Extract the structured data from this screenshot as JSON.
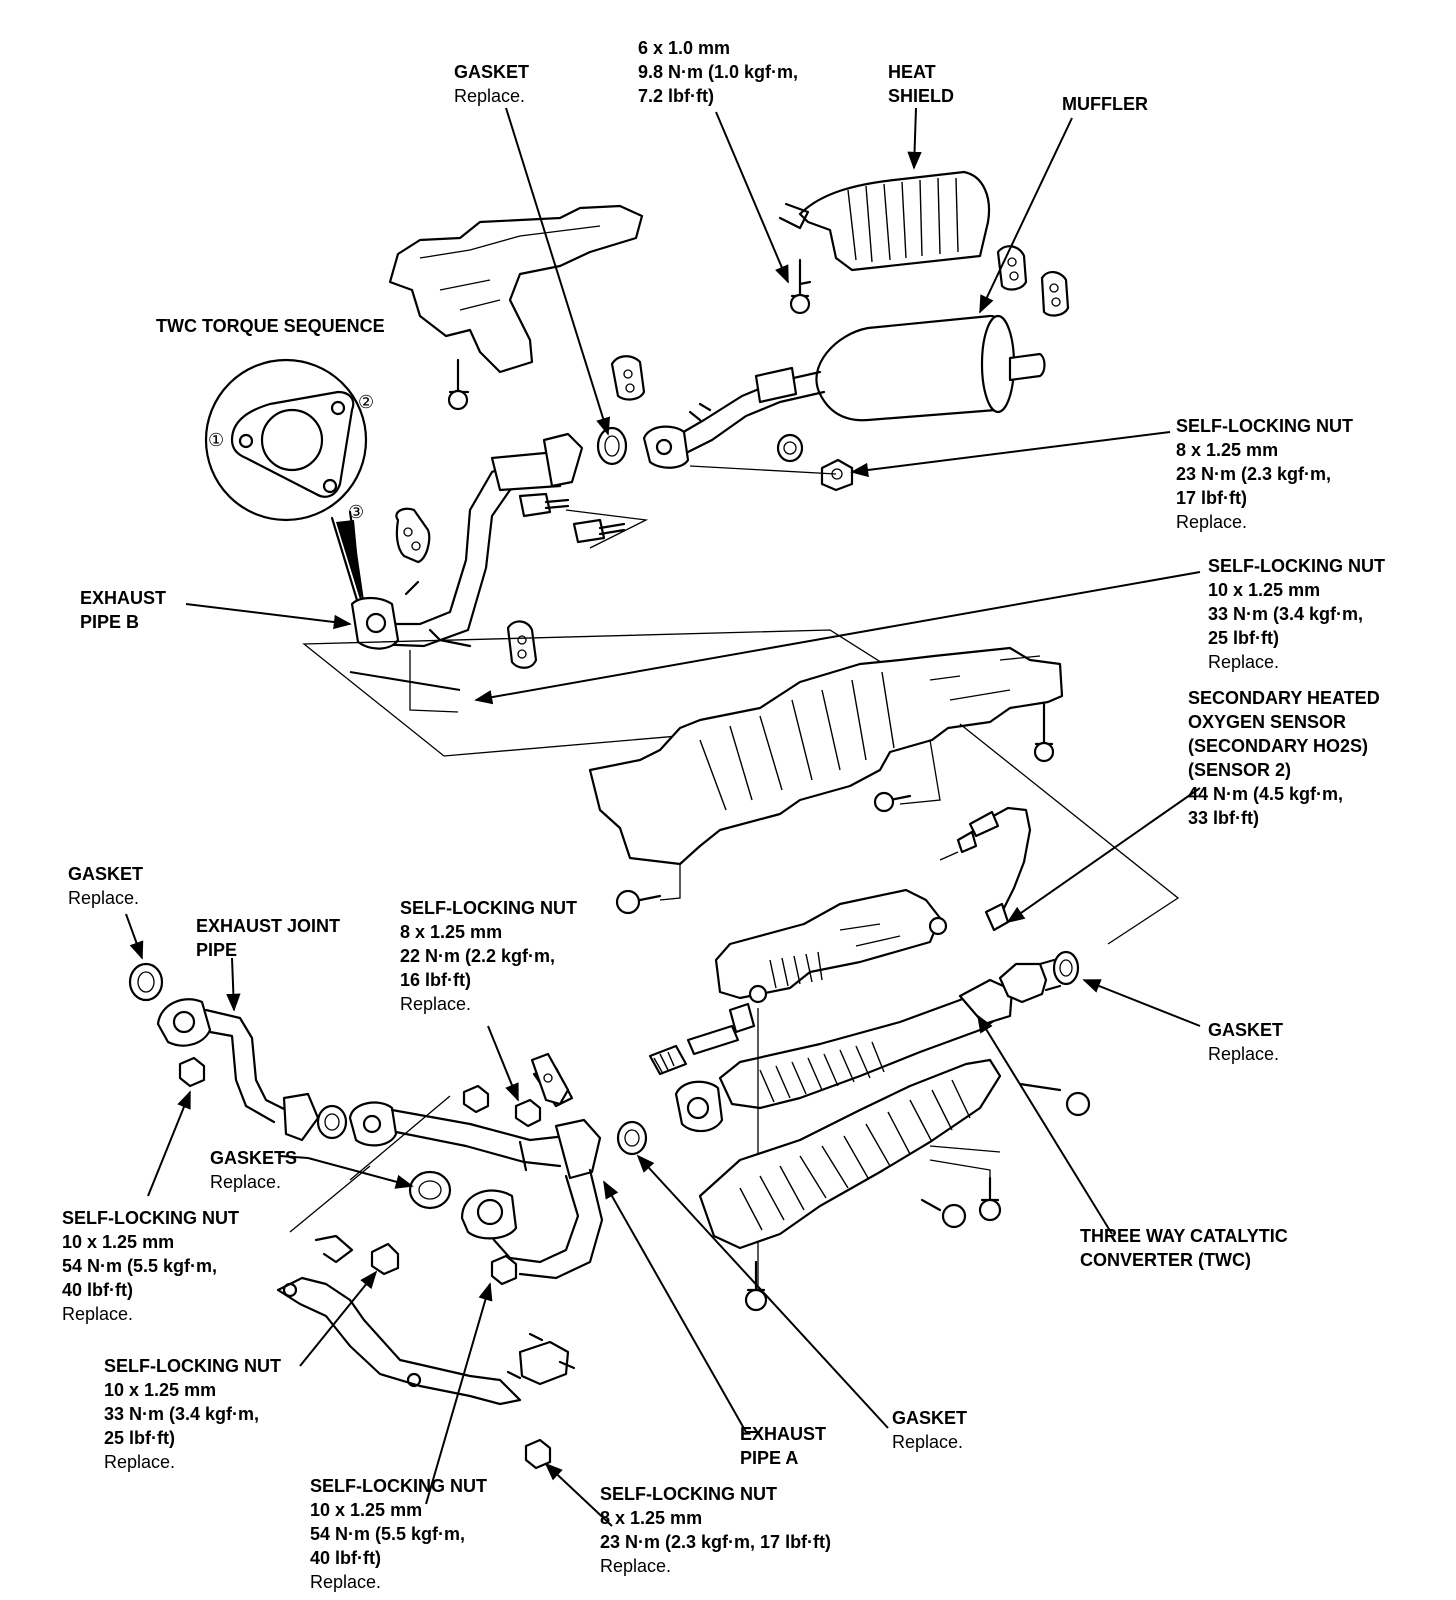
{
  "labels": {
    "twc_torque_sequence": "TWC TORQUE SEQUENCE",
    "seq_1": "①",
    "seq_2": "②",
    "seq_3": "③",
    "gasket_top": {
      "title": "GASKET",
      "note": "Replace."
    },
    "bolt_6mm": {
      "l1": "6 x 1.0 mm",
      "l2": "9.8 N·m (1.0 kgf·m,",
      "l3": "7.2 lbf·ft)"
    },
    "heat_shield": {
      "l1": "HEAT",
      "l2": "SHIELD"
    },
    "muffler": "MUFFLER",
    "nut_8_23_upper": {
      "title": "SELF-LOCKING NUT",
      "l1": "8 x 1.25 mm",
      "l2": "23 N·m (2.3 kgf·m,",
      "l3": "17 lbf·ft)",
      "note": "Replace."
    },
    "nut_10_33_right": {
      "title": "SELF-LOCKING NUT",
      "l1": "10 x 1.25 mm",
      "l2": "33 N·m (3.4 kgf·m,",
      "l3": "25 lbf·ft)",
      "note": "Replace."
    },
    "exhaust_pipe_b": {
      "l1": "EXHAUST",
      "l2": "PIPE B"
    },
    "ho2s": {
      "l1": "SECONDARY HEATED",
      "l2": "OXYGEN SENSOR",
      "l3": "(SECONDARY HO2S)",
      "l4": "(SENSOR 2)",
      "l5": "44 N·m (4.5 kgf·m,",
      "l6": "33 lbf·ft)"
    },
    "gasket_left": {
      "title": "GASKET",
      "note": "Replace."
    },
    "exhaust_joint_pipe": {
      "l1": "EXHAUST JOINT",
      "l2": "PIPE"
    },
    "nut_8_22": {
      "title": "SELF-LOCKING NUT",
      "l1": "8 x 1.25 mm",
      "l2": "22 N·m (2.2 kgf·m,",
      "l3": "16 lbf·ft)",
      "note": "Replace."
    },
    "gasket_right": {
      "title": "GASKET",
      "note": "Replace."
    },
    "gaskets_mid": {
      "title": "GASKETS",
      "note": "Replace."
    },
    "nut_10_54_left": {
      "title": "SELF-LOCKING NUT",
      "l1": "10 x 1.25 mm",
      "l2": "54 N·m (5.5 kgf·m,",
      "l3": "40 lbf·ft)",
      "note": "Replace."
    },
    "twc": {
      "l1": "THREE WAY CATALYTIC",
      "l2": "CONVERTER (TWC)"
    },
    "nut_10_33_lower": {
      "title": "SELF-LOCKING NUT",
      "l1": "10 x 1.25 mm",
      "l2": "33 N·m (3.4 kgf·m,",
      "l3": "25 lbf·ft)",
      "note": "Replace."
    },
    "exhaust_pipe_a": {
      "l1": "EXHAUST",
      "l2": "PIPE A"
    },
    "gasket_bottom": {
      "title": "GASKET",
      "note": "Replace."
    },
    "nut_10_54_bottom": {
      "title": "SELF-LOCKING NUT",
      "l1": "10 x 1.25 mm",
      "l2": "54 N·m (5.5 kgf·m,",
      "l3": "40 lbf·ft)",
      "note": "Replace."
    },
    "nut_8_23_bottom": {
      "title": "SELF-LOCKING NUT",
      "l1": "8 x 1.25 mm",
      "l2": "23 N·m (2.3 kgf·m, 17 lbf·ft)",
      "note": "Replace."
    }
  }
}
